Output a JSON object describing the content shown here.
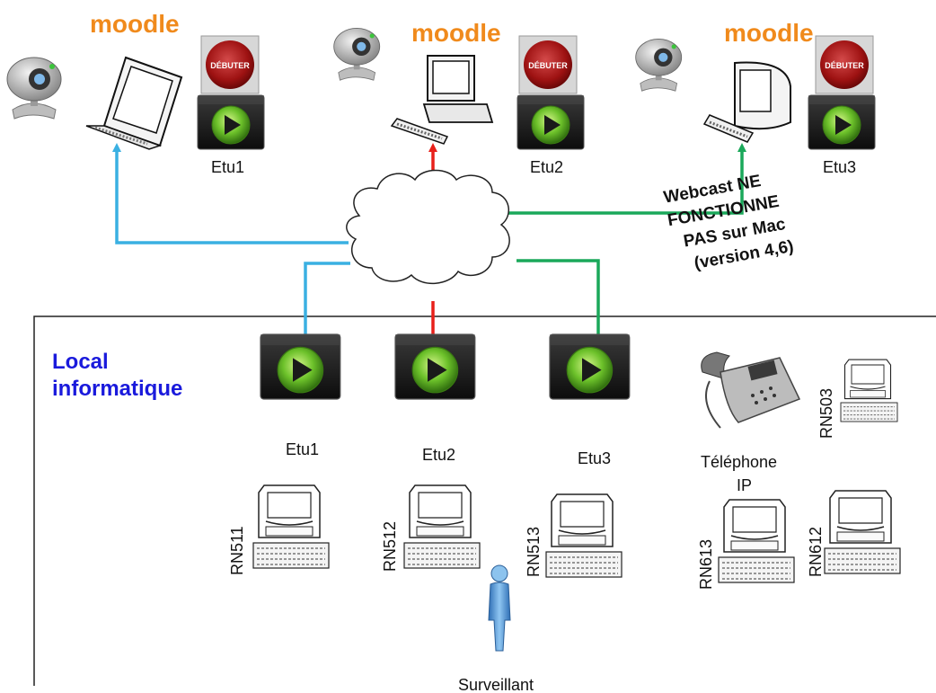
{
  "colors": {
    "student1_link": "#3ab0e2",
    "student2_link": "#e8201a",
    "student3_link": "#1aa85a",
    "local_title": "#1a1adc",
    "moodle_orange": "#f08a1c",
    "debuter_red": "#a81414"
  },
  "remote": {
    "moodle_logo": "moodle",
    "debuter_label": "DÉBUTER",
    "students": [
      {
        "label": "Etu1",
        "device": "laptop-icon"
      },
      {
        "label": "Etu2",
        "device": "desktop-pc-icon"
      },
      {
        "label": "Etu3",
        "device": "imac-icon"
      }
    ],
    "mac_warning": [
      "Webcast NE",
      "FONCTIONNE",
      "PAS sur Mac",
      "(version 4,6)"
    ]
  },
  "local": {
    "title_line1": "Local",
    "title_line2": "informatique",
    "webcast_labels": [
      "Etu1",
      "Etu2",
      "Etu3"
    ],
    "phone_label_line1": "Téléphone",
    "phone_label_line2": "IP",
    "workstations": [
      "RN511",
      "RN512",
      "RN513",
      "RN613",
      "RN612",
      "RN503"
    ],
    "supervisor": "Surveillant"
  }
}
